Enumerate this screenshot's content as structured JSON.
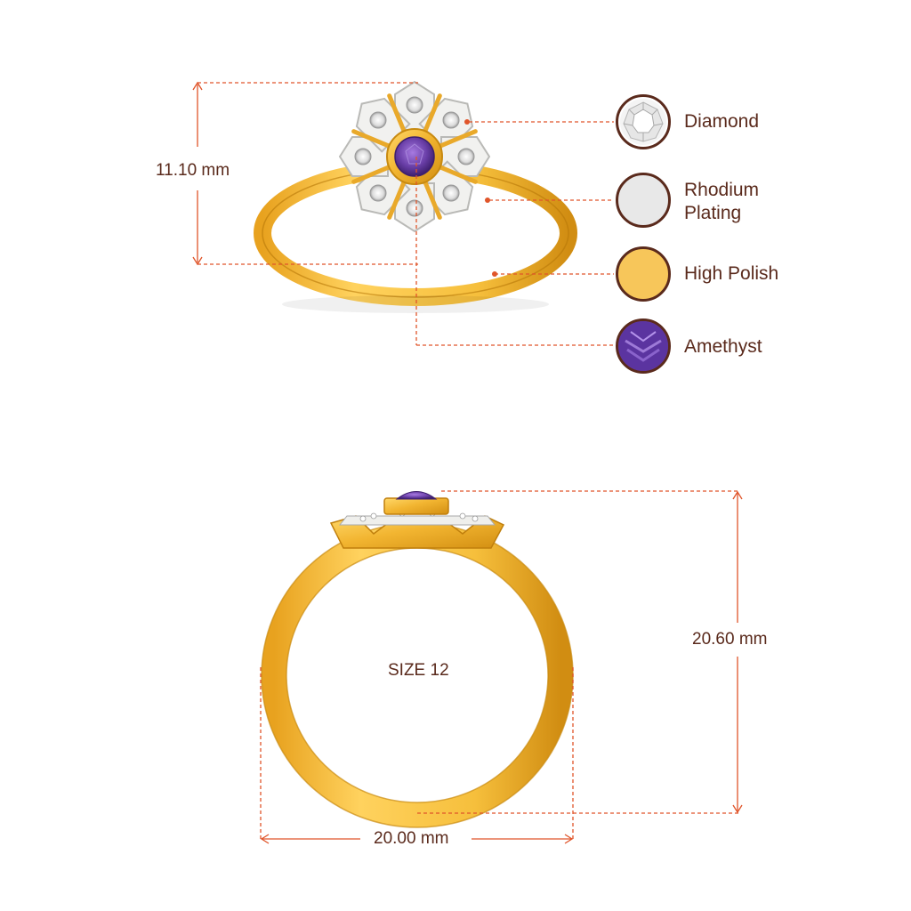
{
  "top_view": {
    "height_label": "11.10 mm"
  },
  "legend": [
    {
      "label": "Diamond",
      "swatch_color": "#eeeeee",
      "icon": "diamond-gem-icon"
    },
    {
      "label": "Rhodium\nPlating",
      "line1": "Rhodium",
      "line2": "Plating",
      "swatch_color": "#e8e8e8",
      "icon": "rhodium-swatch"
    },
    {
      "label": "High Polish",
      "swatch_color": "#f7c65a",
      "icon": "gold-swatch"
    },
    {
      "label": "Amethyst",
      "swatch_color": "#6a3fa8",
      "icon": "amethyst-gem-icon"
    }
  ],
  "front_view": {
    "size_label": "SIZE 12",
    "height_label": "20.60 mm",
    "width_label": "20.00 mm"
  },
  "colors": {
    "dimension_line": "#e0552a",
    "text": "#5a2a1c",
    "gold": "#f2b531",
    "gold_dark": "#d38f12",
    "rhodium": "#f1f1ef",
    "amethyst": "#6a3fa8"
  }
}
